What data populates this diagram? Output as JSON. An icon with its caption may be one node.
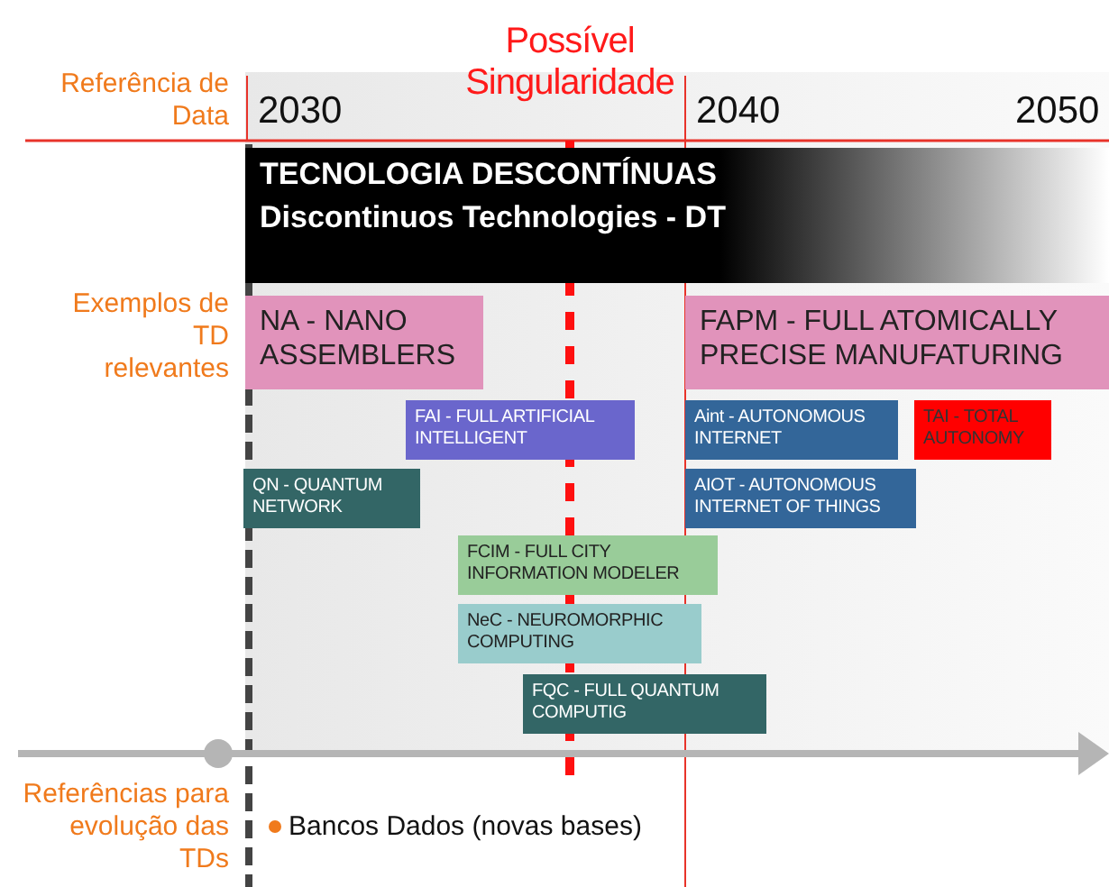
{
  "diagram": {
    "nodes": [
      {
        "text": [
          "TECNOLOGIA DESCONTÍNUAS",
          "Discontinuos Technologies - DT"
        ]
      },
      {
        "text": [
          "NA - NANO ASSEMBLERS"
        ]
      },
      {
        "text": [
          "FAPM - FULL ATOMICALLY PRECISE MANUFATURING"
        ]
      },
      {
        "text": [
          "FAI - FULL ARTIFICIAL INTELLIGENT"
        ]
      },
      {
        "text": [
          "Aint - AUTONOMOUS INTERNET"
        ]
      },
      {
        "text": [
          "TAI - TOTAL AUTONOMY"
        ]
      },
      {
        "text": [
          "QN - QUANTUM NETWORK"
        ]
      },
      {
        "text": [
          "AIOT - AUTONOMOUS INTERNET OF THINGS"
        ]
      },
      {
        "text": [
          "FCIM - FULL CITY INFORMATION MODELER"
        ]
      },
      {
        "text": [
          "NeC - NEUROMORPHIC COMPUTING"
        ]
      },
      {
        "text": [
          "FQC - FULL QUANTUM COMPUTIG"
        ]
      }
    ],
    "labels": [
      "Possível Singularidade",
      "Referência de Data",
      "2030",
      "2040",
      "2050",
      "Exemplos de TD relevantes",
      "Referências para evolução das TDs",
      "Bancos Dados (novas bases)"
    ]
  }
}
